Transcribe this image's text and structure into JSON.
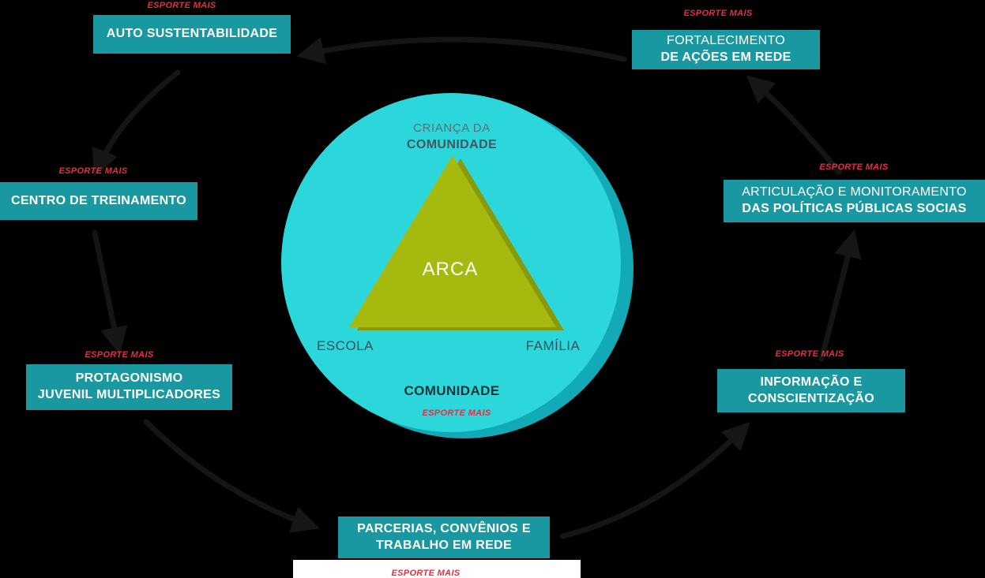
{
  "background": "#000000",
  "colors": {
    "box_teal": "#1a98a2",
    "circle_cyan": "#2bd7da",
    "circle_shadow": "#12aab6",
    "triangle_olive": "#a6b90f",
    "triangle_shadow": "#889a0b",
    "tag_red": "#e92c43",
    "box_text": "#ffffff"
  },
  "circle": {
    "top_line1": "CRIANÇA DA",
    "top_line2": "COMUNIDADE",
    "triangle_label": "ARCA",
    "left_label": "ESCOLA",
    "right_label": "FAMÍLIA",
    "bottom_label": "COMUNIDADE",
    "tag": "ESPORTE MAIS"
  },
  "boxes": [
    {
      "name": "auto-sustentabilidade",
      "tag": "ESPORTE MAIS",
      "lines": [
        "AUTO SUSTENTABILIDADE"
      ]
    },
    {
      "name": "fortalecimento-de-acoes-em-rede",
      "tag": "ESPORTE MAIS",
      "lines": [
        "FORTALECIMENTO",
        "DE AÇÕES EM REDE"
      ]
    },
    {
      "name": "centro-de-treinamento",
      "tag": "ESPORTE MAIS",
      "lines": [
        "CENTRO DE TREINAMENTO"
      ]
    },
    {
      "name": "articulacao-e-monitoramento",
      "tag": "ESPORTE MAIS",
      "lines": [
        "ARTICULAÇÃO E MONITORAMENTO",
        "DAS POLÍTICAS PÚBLICAS SOCIAS"
      ]
    },
    {
      "name": "protagonismo-juvenil",
      "tag": "ESPORTE MAIS",
      "lines": [
        "PROTAGONISMO",
        "JUVENIL MULTIPLICADORES"
      ]
    },
    {
      "name": "informacao-e-conscientizacao",
      "tag": "ESPORTE MAIS",
      "lines": [
        "INFORMAÇÃO E",
        "CONSCIENTIZAÇÃO"
      ]
    },
    {
      "name": "parcerias-convenios",
      "tag": "ESPORTE MAIS",
      "lines": [
        "PARCERIAS, CONVÊNIOS E",
        "TRABALHO EM REDE"
      ]
    }
  ]
}
